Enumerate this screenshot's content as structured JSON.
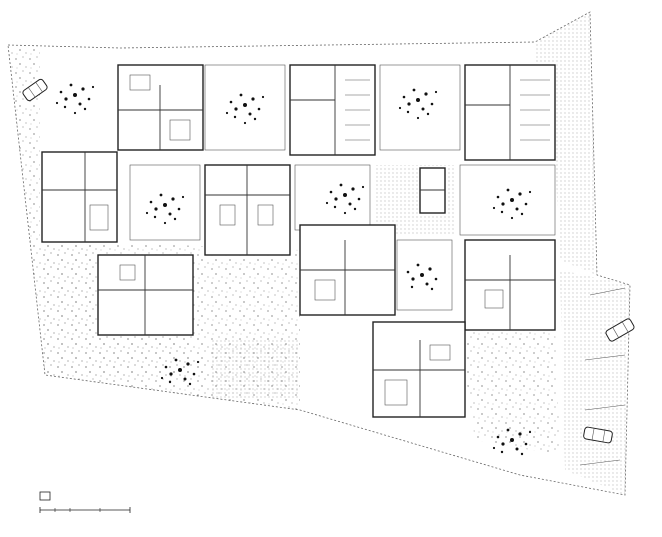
{
  "drawing": {
    "type": "site plan",
    "background": "#ffffff",
    "line_color": "#222222",
    "scale_bar_label": ""
  },
  "legend": {
    "north_marker": "north-icon"
  },
  "features": {
    "cars": 3,
    "trees": 9,
    "courtyards": 6
  }
}
